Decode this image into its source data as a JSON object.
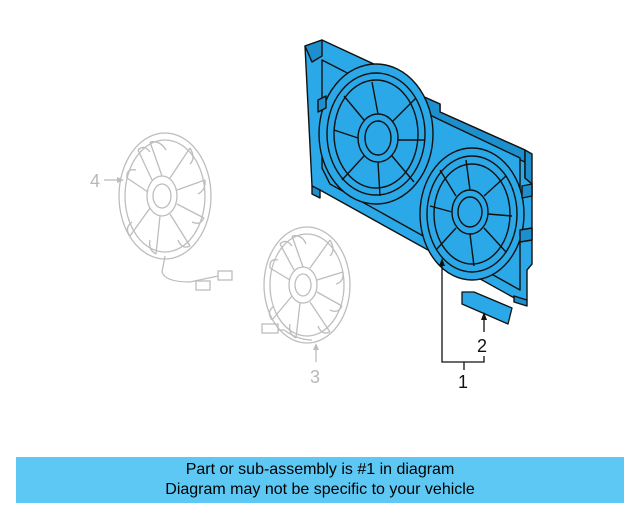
{
  "callouts": {
    "part1": "1",
    "part2": "2",
    "part3": "3",
    "part4": "4"
  },
  "banner": {
    "line1": "Part or sub-assembly is #1 in diagram",
    "line2": "Diagram may not be specific to your vehicle"
  },
  "colors": {
    "highlight_fill": "#2aa8e8",
    "banner_bg": "#5ec8f4",
    "faded_lines": "#bdbdbd",
    "outline": "#111111"
  },
  "icons": [
    "fan-shroud-assembly",
    "fan-motor-left",
    "fan-motor-right",
    "seal-strip"
  ]
}
